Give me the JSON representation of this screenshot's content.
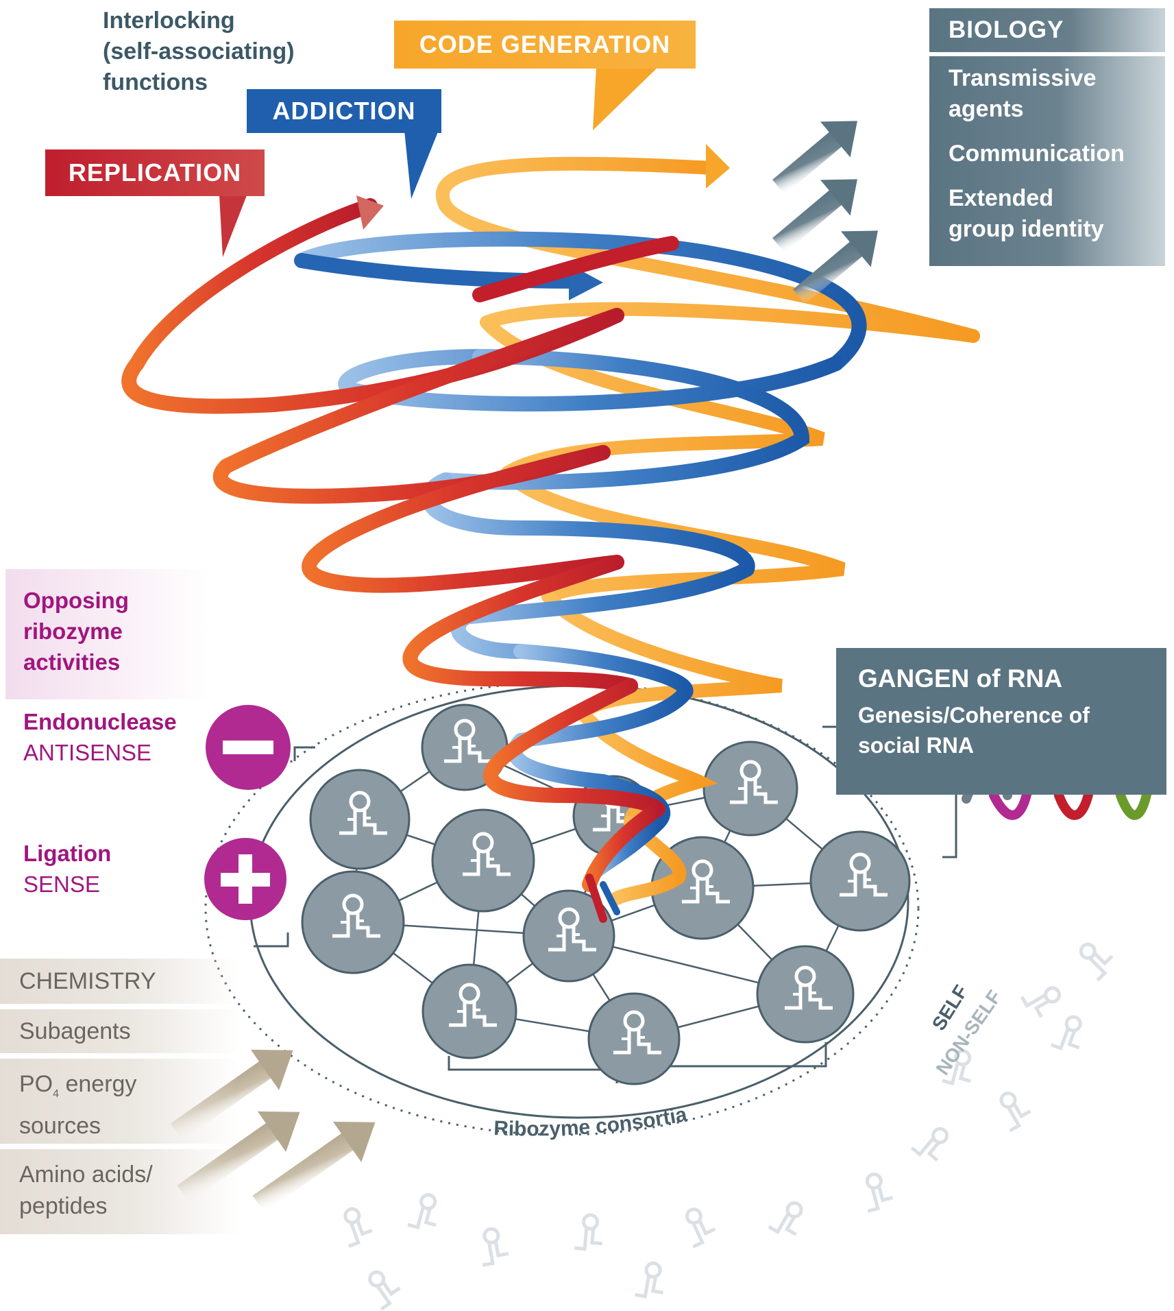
{
  "title": {
    "line1": "Interlocking",
    "line2": "(self-associating)",
    "line3": "functions"
  },
  "callouts": {
    "code_generation": "CODE GENERATION",
    "addiction": "ADDICTION",
    "replication": "REPLICATION"
  },
  "biology": {
    "heading": "BIOLOGY",
    "items": [
      "Transmissive",
      "agents",
      "Communication",
      "Extended",
      "group identity"
    ]
  },
  "gangen": {
    "title": "GANGEN of RNA",
    "line1": "Genesis/Coherence of",
    "line2": "social RNA"
  },
  "opposing": {
    "line1": "Opposing",
    "line2": "ribozyme",
    "line3": "activities"
  },
  "endonuclease": {
    "label": "Endonuclease",
    "sub": "ANTISENSE"
  },
  "ligation": {
    "label": "Ligation",
    "sub": "SENSE"
  },
  "chemistry": {
    "heading": "CHEMISTRY",
    "subagents": "Subagents",
    "po4_pre": "PO",
    "po4_sub": "4",
    "po4_post": " energy",
    "po4_line2": "sources",
    "amino_line1": "Amino acids/",
    "amino_line2": "peptides"
  },
  "consortia_label": "Ribozyme consortia",
  "self_label": "SELF",
  "nonself_label": "NON-SELF",
  "colors": {
    "replication": "#c8202f",
    "replication_tail": "#ef6b2b",
    "addiction": "#1f5fae",
    "addiction_light": "#8fb6e2",
    "code_generation": "#f7a62a",
    "slate": "#5b7482",
    "magenta": "#a0167e",
    "node_fill": "#8c9ba3",
    "chem_arrow": "#b9ad98"
  }
}
